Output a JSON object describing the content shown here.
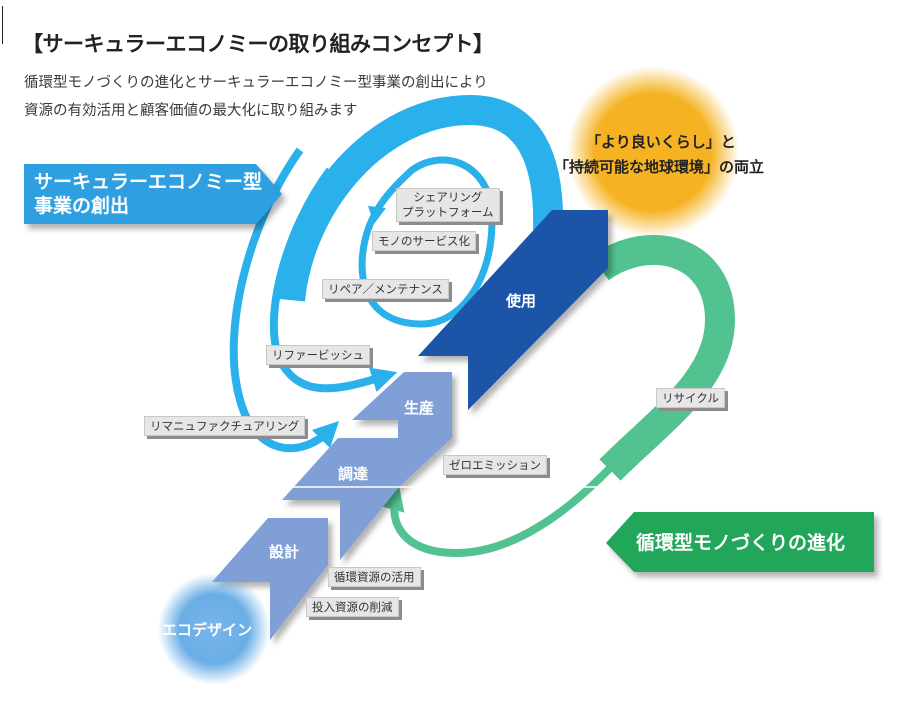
{
  "header": {
    "title": "【サーキュラーエコノミーの取り組みコンセプト】",
    "subtitle_line1": "循環型モノづくりの進化とサーキュラーエコノミー型事業の創出により",
    "subtitle_line2": "資源の有効活用と顧客価値の最大化に取り組みます"
  },
  "goal": {
    "line1": "「より良いくらし」と",
    "line2": "「持続可能な地球環境」の両立",
    "color": "#f5b323"
  },
  "banners": {
    "circular_business": {
      "line1": "サーキュラーエコノミー型",
      "line2": "事業の創出",
      "color": "#2f9fe0"
    },
    "circular_manufacturing": {
      "label": "循環型モノづくりの進化",
      "color": "#21a65a"
    }
  },
  "stages": [
    {
      "label": "設計",
      "color": "#7f9fd6"
    },
    {
      "label": "調達",
      "color": "#7f9fd6"
    },
    {
      "label": "生産",
      "color": "#7f9fd6"
    },
    {
      "label": "使用",
      "color": "#1d55a8"
    }
  ],
  "eco_design": {
    "label": "エコデザイン",
    "color": "#6aaee6"
  },
  "loops": {
    "color_blue": "#2ab0ea",
    "color_green": "#52c291",
    "labels": {
      "sharing_platform_1": "シェアリング",
      "sharing_platform_2": "プラットフォーム",
      "servitization": "モノのサービス化",
      "repair": "リペア／メンテナンス",
      "refurbish": "リファービッシュ",
      "remanufacturing": "リマニュファクチュアリング",
      "recycle": "リサイクル",
      "zero_emission": "ゼロエミッション",
      "recycled_materials": "循環資源の活用",
      "input_reduction": "投入資源の削減"
    }
  }
}
